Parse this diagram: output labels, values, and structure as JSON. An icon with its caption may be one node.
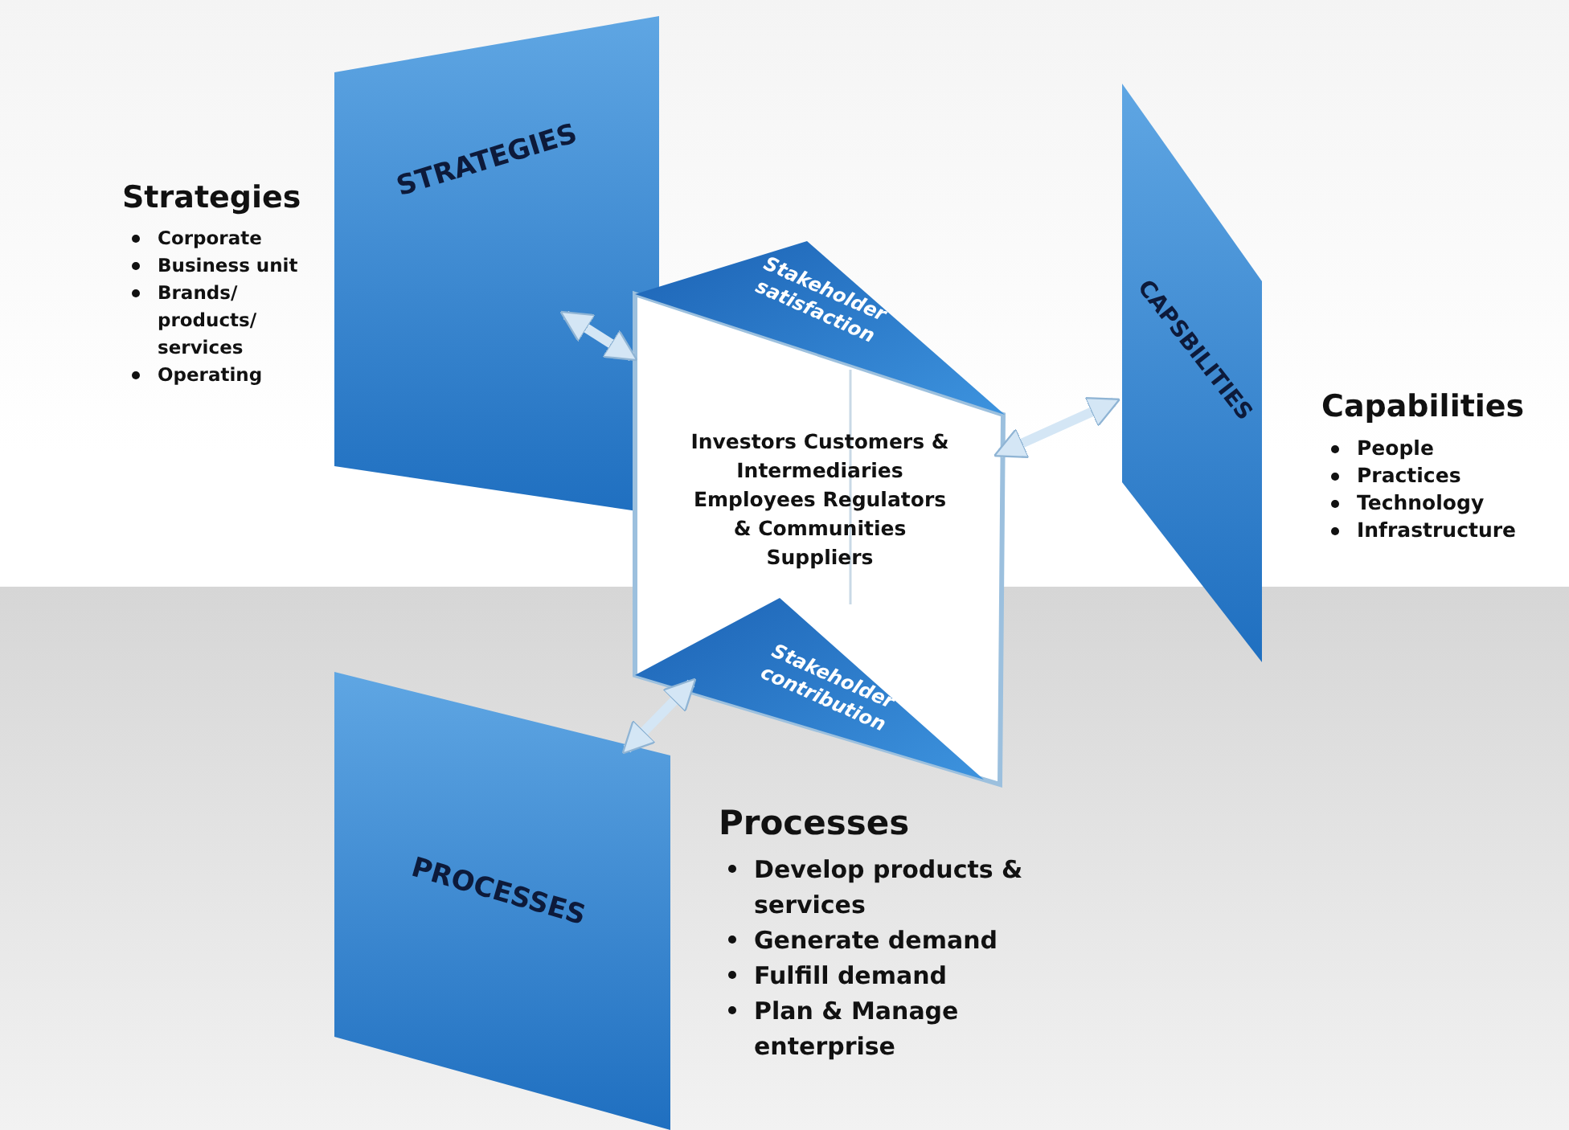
{
  "diagram": {
    "nodes": [
      {
        "text": [
          "STRATEGIES"
        ],
        "beside": [
          "Strategies",
          "Corporate",
          "Business unit",
          "Brands/ products/ services",
          "Operating"
        ]
      },
      {
        "text": [
          "Stakeholder satisfaction"
        ]
      },
      {
        "text": [
          "Investors Customers & Intermediaries Employees Regulators & Communities Suppliers"
        ]
      },
      {
        "text": [
          "CAPSBILITIES"
        ],
        "beside": [
          "Capabilities",
          "People",
          "Practices",
          "Technology",
          "Infrastructure"
        ]
      },
      {
        "text": [
          "Stakeholder contribution"
        ],
        "in": 2
      },
      {
        "text": [
          "PROCESSES"
        ],
        "beside": [
          "Processes",
          "Develop products & services",
          "Generate demand",
          "Fulfill demand",
          "Plan & Manage enterprise"
        ]
      }
    ],
    "edges": [
      {
        "from": 0,
        "to": 2,
        "arrow": "both"
      },
      {
        "from": 2,
        "to": 3,
        "arrow": "both"
      },
      {
        "from": 5,
        "to": 4,
        "arrow": "both"
      }
    ]
  }
}
